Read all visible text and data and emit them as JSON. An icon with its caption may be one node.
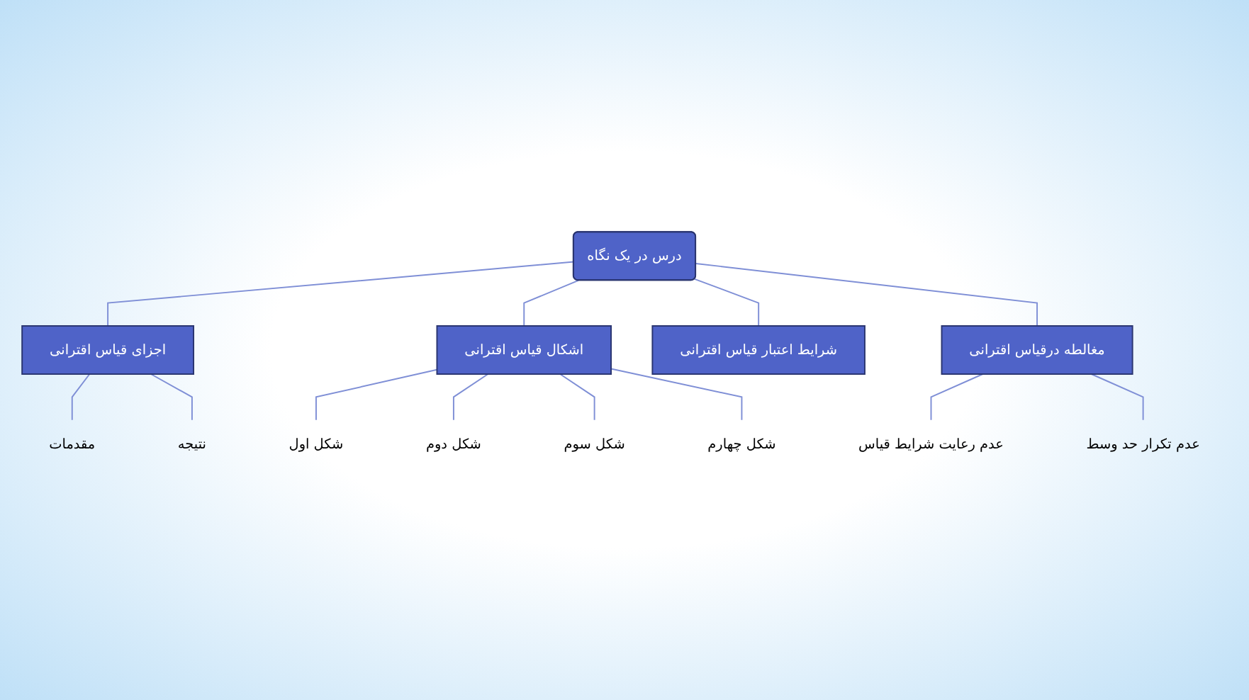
{
  "diagram": {
    "nodes": [
      {
        "text": [
          "درس در یک نگاه"
        ]
      },
      {
        "text": [
          "اجزای قیاس اقترانی"
        ]
      },
      {
        "text": [
          "شرایط اعتبار قیاس اقترانی"
        ]
      },
      {
        "text": [
          "اشکال قیاس اقترانی"
        ]
      },
      {
        "text": [
          "مغالطه درقیاس اقترانی"
        ]
      },
      {
        "text": [
          "مقدمات"
        ]
      },
      {
        "text": [
          "نتیجه"
        ]
      },
      {
        "text": [
          "شکل اول"
        ]
      },
      {
        "text": [
          "شکل دوم"
        ]
      },
      {
        "text": [
          "شکل سوم"
        ]
      },
      {
        "text": [
          "شکل چهارم"
        ]
      },
      {
        "text": [
          "عدم رعایت شرایط قیاس"
        ]
      },
      {
        "text": [
          "عدم تکرار حد وسط"
        ]
      }
    ],
    "edges": [
      {
        "from": 0,
        "to": 1,
        "arrow": "none"
      },
      {
        "from": 0,
        "to": 2,
        "arrow": "none"
      },
      {
        "from": 0,
        "to": 3,
        "arrow": "none"
      },
      {
        "from": 0,
        "to": 4,
        "arrow": "none"
      },
      {
        "from": 1,
        "to": 5,
        "arrow": "none"
      },
      {
        "from": 1,
        "to": 6,
        "arrow": "none"
      },
      {
        "from": 3,
        "to": 7,
        "arrow": "none"
      },
      {
        "from": 3,
        "to": 8,
        "arrow": "none"
      },
      {
        "from": 3,
        "to": 9,
        "arrow": "none"
      },
      {
        "from": 3,
        "to": 10,
        "arrow": "none"
      },
      {
        "from": 4,
        "to": 11,
        "arrow": "none"
      },
      {
        "from": 4,
        "to": 12,
        "arrow": "none"
      }
    ]
  }
}
